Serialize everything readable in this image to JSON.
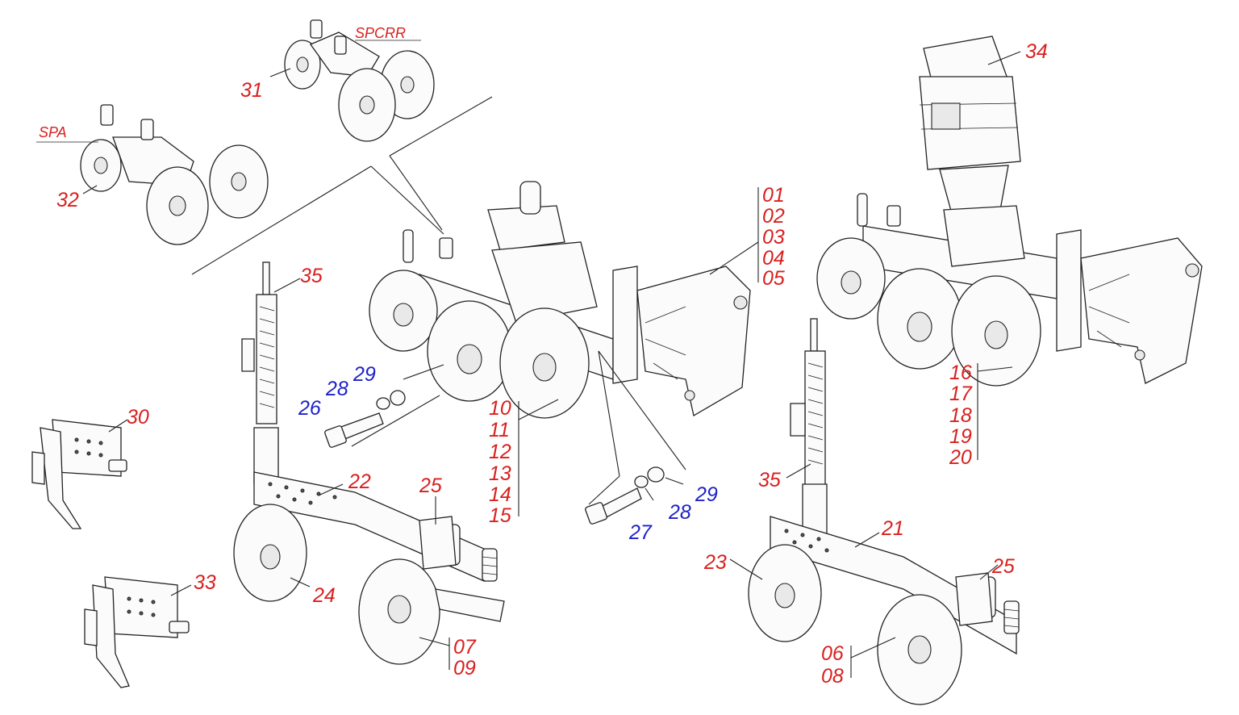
{
  "labels": {
    "l01": "01",
    "l02": "02",
    "l03": "03",
    "l04": "04",
    "l05": "05",
    "l06": "06",
    "l07": "07",
    "l08": "08",
    "l09": "09",
    "l10": "10",
    "l11": "11",
    "l12": "12",
    "l13": "13",
    "l14": "14",
    "l15": "15",
    "l16": "16",
    "l17": "17",
    "l18": "18",
    "l19": "19",
    "l20": "20",
    "l21": "21",
    "l22": "22",
    "l23": "23",
    "l24": "24",
    "l25a": "25",
    "l25b": "25",
    "l26": "26",
    "l27": "27",
    "l28a": "28",
    "l28b": "28",
    "l29a": "29",
    "l29b": "29",
    "l30": "30",
    "l31": "31",
    "l32": "32",
    "l33": "33",
    "l34": "34",
    "l35a": "35",
    "l35b": "35"
  },
  "variants": {
    "spa": "SPA",
    "spcrr": "SPCRR"
  },
  "colors": {
    "part_number": "#d9201e",
    "hardware_number": "#1e22c8",
    "line": "#222222"
  }
}
